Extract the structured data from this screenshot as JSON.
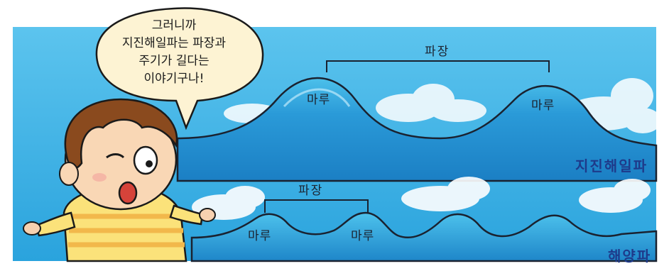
{
  "speech_bubble": {
    "lines": [
      "그러니까",
      "지진해일파는 파장과",
      "주기가 길다는",
      "이야기구나!"
    ]
  },
  "tsunami": {
    "title": "지진해일파",
    "wavelength_label": "파장",
    "crest_labels": [
      "마루",
      "마루"
    ]
  },
  "ocean_wave": {
    "title": "해양파",
    "wavelength_label": "파장",
    "crest_labels": [
      "마루",
      "마루"
    ]
  },
  "colors": {
    "sky": "#3fb0e3",
    "water": "#1e8fd3",
    "title_text": "#1e3a8a"
  }
}
